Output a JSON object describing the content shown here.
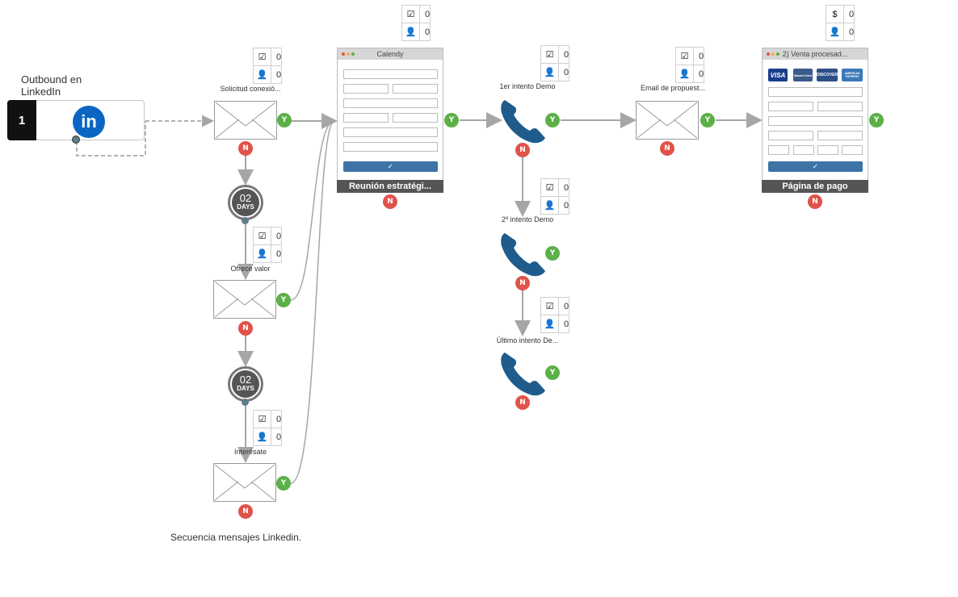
{
  "source": {
    "title": "Outbound en LinkedIn",
    "step_number": "1",
    "logo_text": "in"
  },
  "footnote": "Secuencia mensajes Linkedin.",
  "badges": {
    "yes": "Y",
    "no": "N"
  },
  "stat_icons": {
    "done": "checkbox-icon",
    "people": "person-icon",
    "money": "dollar-icon"
  },
  "nodes": {
    "email1": {
      "label": "Solicitud conexió...",
      "done": "0",
      "people": "0"
    },
    "wait1": {
      "num": "02",
      "unit": "DAYS"
    },
    "email2": {
      "label": "Ofrece valor",
      "done": "0",
      "people": "0"
    },
    "wait2": {
      "num": "02",
      "unit": "DAYS"
    },
    "email3": {
      "label": "Interésate",
      "done": "0",
      "people": "0"
    },
    "calendy": {
      "window_title": "Calendy",
      "footer": "Reunión estratégi...",
      "done": "0",
      "people": "0"
    },
    "call1": {
      "label": "1er intento Demo",
      "done": "0",
      "people": "0"
    },
    "call2": {
      "label": "2º intento Demo",
      "done": "0",
      "people": "0"
    },
    "call3": {
      "label": "Último intento De...",
      "done": "0",
      "people": "0"
    },
    "email4": {
      "label": "Email de propuest...",
      "done": "0",
      "people": "0"
    },
    "payment": {
      "window_title": "2) Venta procesad...",
      "footer": "Página de pago",
      "money_symbol": "$",
      "money": "0",
      "people": "0",
      "cards": [
        "VISA",
        "MasterCard",
        "DISCOVER",
        "AMERICAN EXPRESS"
      ]
    }
  },
  "colors": {
    "yes": "#5bb048",
    "no": "#e0534a",
    "phone": "#1f5c8c",
    "linkedin": "#0a66c2",
    "button": "#3d73a6"
  }
}
